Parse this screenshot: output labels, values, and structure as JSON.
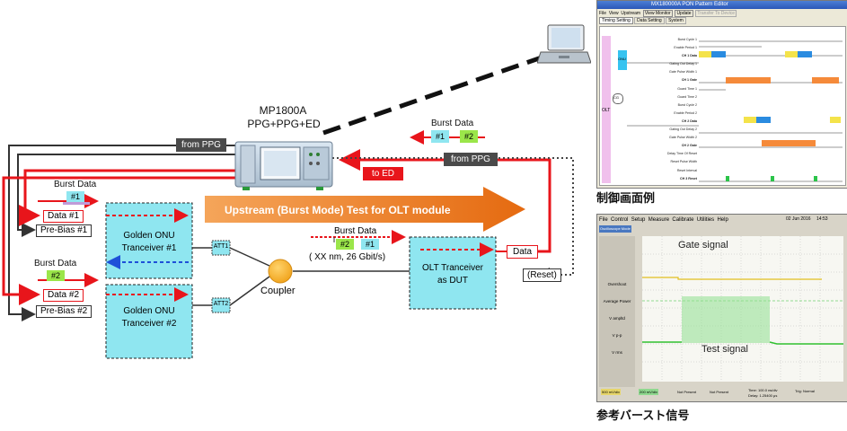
{
  "device": {
    "name": "MP1800A",
    "config": "PPG+PPG+ED"
  },
  "labels": {
    "from_ppg_top": "from PPG",
    "from_ppg_right": "from PPG",
    "to_ed": "to ED",
    "upstream_banner": "Upstream (Burst Mode)  Test for OLT module",
    "burst_data_top": "Burst Data",
    "burst_data_ch1": "Burst Data",
    "burst_data_ch2": "Burst Data",
    "burst_data_mid": "Burst Data",
    "block1": "#1",
    "block2": "#2",
    "data1": "Data #1",
    "data2": "Data #2",
    "prebias1": "Pre-Bias #1",
    "prebias2": "Pre-Bias #2",
    "onu1": "Golden ONU\nTranceiver #1",
    "onu2": "Golden ONU\nTranceiver #2",
    "att1": "ATT1",
    "att2": "ATT2",
    "coupler": "Coupler",
    "wavelength": "(  XX   nm,  26   Gbit/s)",
    "olt": "OLT Tranceiver\nas DUT",
    "data_out": "Data",
    "reset": "(Reset)"
  },
  "captions": {
    "control_screen": "制御画面例",
    "reference_signal": "参考バースト信号"
  },
  "pattern_editor": {
    "title": "MX180000A PON Pattern Editor",
    "menu": [
      "File",
      "View",
      "Upstream",
      "View Monitor",
      "Update",
      "Transfer To Device"
    ],
    "tabs": [
      "Timing Setting",
      "Data Setting",
      "System"
    ],
    "rows": [
      "Burst Cycle 1",
      "Enable Period 1",
      "CH 1 Data",
      "Gating Out Delay 1",
      "Gate Pulse Width 1",
      "CH 1 Gate",
      "Guard Time 1",
      "Guard Time 2",
      "Burst Cycle 2",
      "Enable Period 2",
      "CH 2 Data",
      "Gating Out Delay 2",
      "Gate Pulse Width 2",
      "CH 2 Gate",
      "Delay Time Of Reset",
      "Reset Pulse Width",
      "Reset Interval",
      "CH 3 Reset"
    ],
    "left_labels": {
      "onu": "ONU",
      "olt": "OLT",
      "cg": "CG"
    }
  },
  "oscilloscope": {
    "menu": [
      "File",
      "Control",
      "Setup",
      "Measure",
      "Calibrate",
      "Utilities",
      "Help"
    ],
    "date": "02 Jun 2016",
    "time": "14:53",
    "mode": "Oscilloscope Mode",
    "gate_label": "Gate signal",
    "test_label": "Test signal",
    "side_buttons": [
      "Overshoot",
      "Average Power",
      "V ampltd",
      "V p-p",
      "V rms"
    ],
    "status": [
      "500 mV/div",
      "200 mV/div",
      "Not Present",
      "Not Present",
      "Time: 100.0 ns/div",
      "Delay: 1.25400 μs",
      "Trig: Normal"
    ]
  },
  "colors": {
    "cyan": "#8fe6f0",
    "red": "#e8151b",
    "orange": "#e56a10",
    "darkgray": "#4a4a4a"
  }
}
